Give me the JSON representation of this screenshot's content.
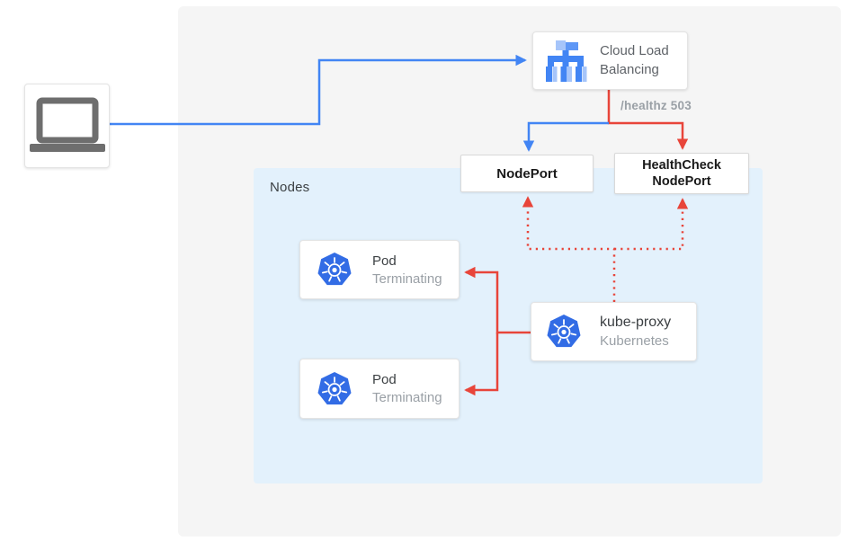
{
  "diagram": {
    "client": {
      "name": "client laptop"
    },
    "load_balancer": {
      "label": "Cloud Load Balancing"
    },
    "health_check_label": "/healthz 503",
    "nodes_panel": {
      "label": "Nodes"
    },
    "node_port": {
      "label": "NodePort"
    },
    "health_check_node_port": {
      "label": "HealthCheck NodePort"
    },
    "pods": [
      {
        "title": "Pod",
        "status": "Terminating"
      },
      {
        "title": "Pod",
        "status": "Terminating"
      }
    ],
    "kube_proxy": {
      "title": "kube-proxy",
      "subtitle": "Kubernetes"
    },
    "colors": {
      "traffic_blue": "#4285F4",
      "health_red": "#E8453A",
      "kubernetes_blue": "#326CE5",
      "outer_panel_gray": "#F5F5F5",
      "nodes_panel_blue": "#E3F1FC"
    }
  }
}
